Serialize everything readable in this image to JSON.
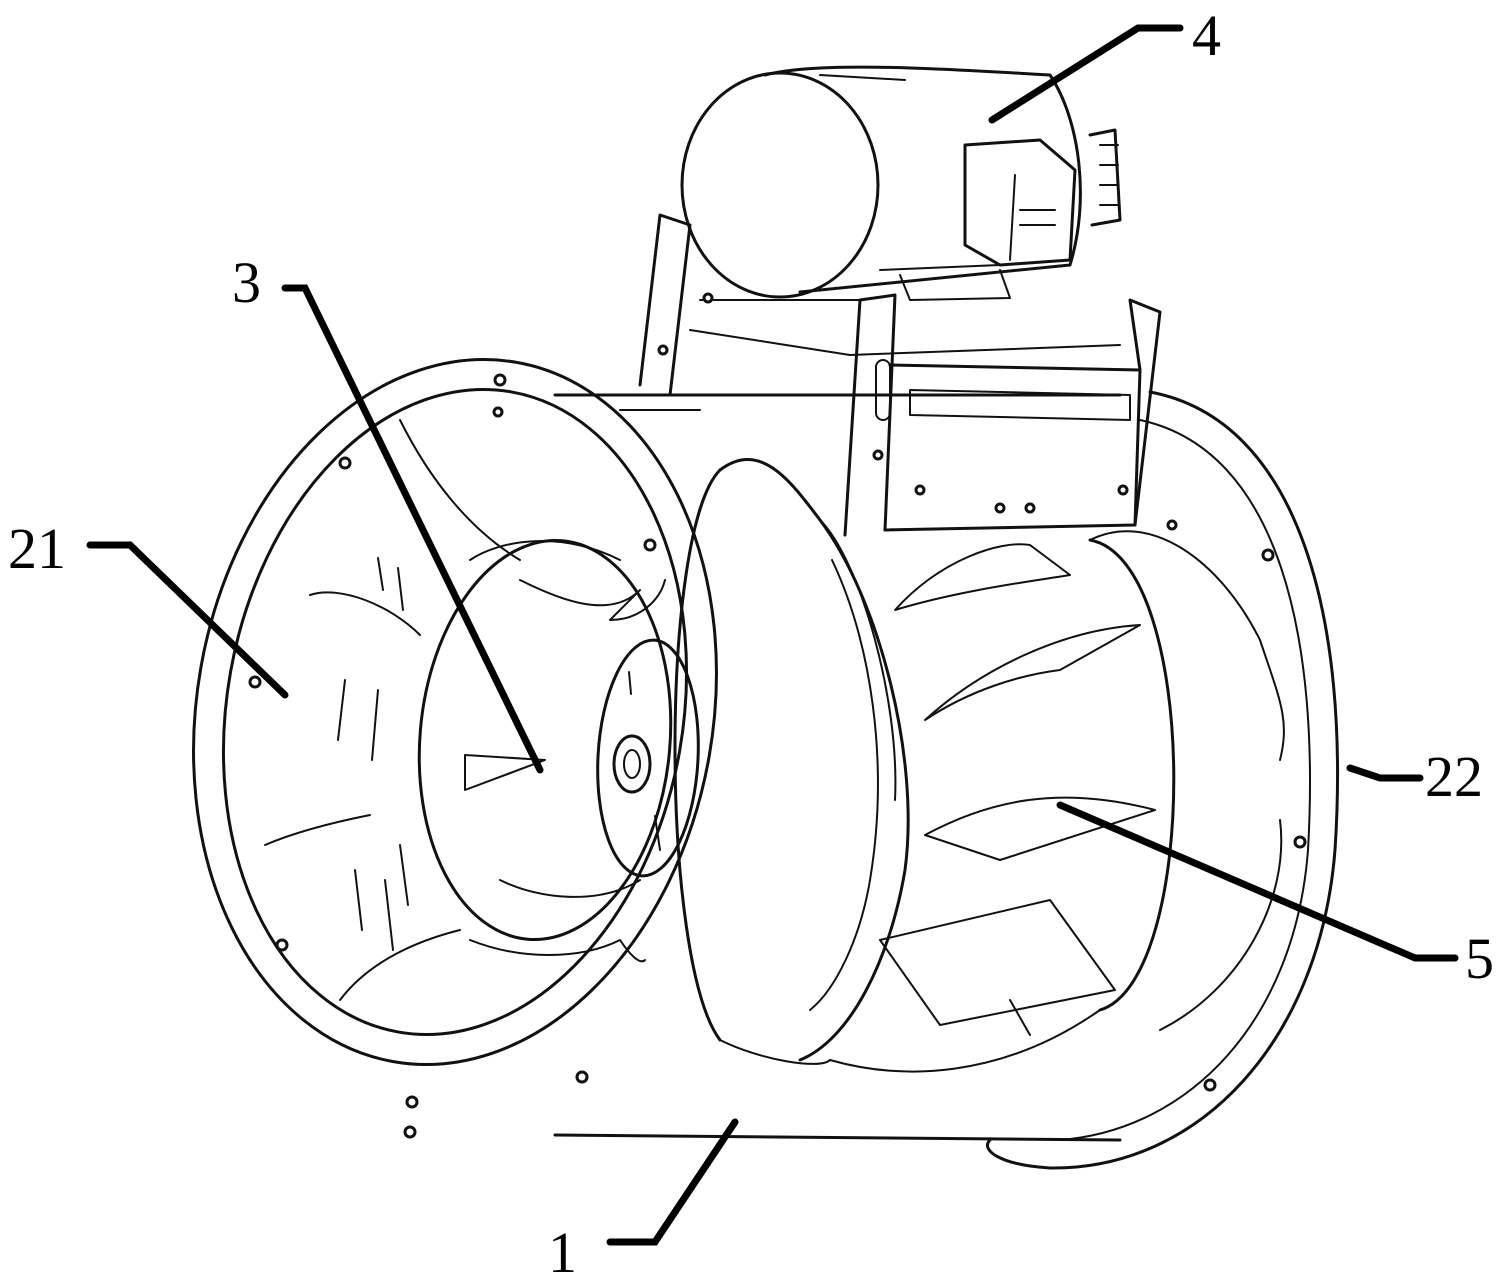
{
  "labels": {
    "duct": "1",
    "inlet_flange": "21",
    "outlet_flange": "22",
    "impeller": "3",
    "motor": "4",
    "guide_vane": "5"
  },
  "colors": {
    "ink": "#111111",
    "paper": "#ffffff"
  }
}
